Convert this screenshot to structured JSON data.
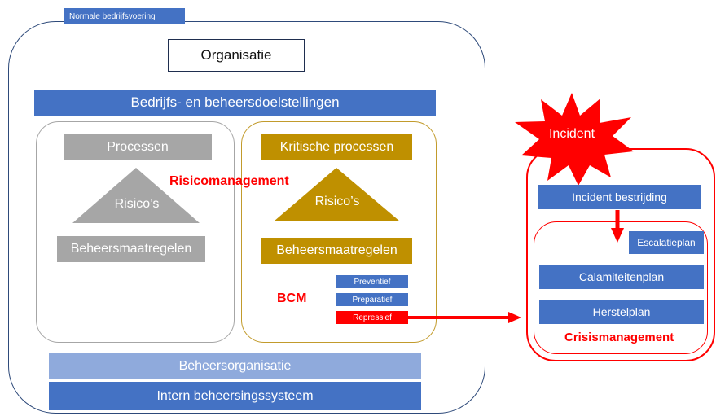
{
  "normal_ops_tag": "Normale bedrijfsvoering",
  "organisation": "Organisatie",
  "objectives": "Bedrijfs- en beheersdoelstellingen",
  "left_panel": {
    "process": "Processen",
    "risks": "Risico’s",
    "controls": "Beheersmaatregelen"
  },
  "right_panel": {
    "process": "Kritische processen",
    "risks": "Risico’s",
    "controls": "Beheersmaatregelen"
  },
  "risk_management": "Risicomanagement",
  "bcm": {
    "label": "BCM",
    "items": [
      "Preventief",
      "Preparatief",
      "Repressief"
    ]
  },
  "control_organisation": "Beheersorganisatie",
  "internal_control_system": "Intern beheersingssysteem",
  "incident": "Incident",
  "crisis": {
    "fighting": "Incident bestrijding",
    "escalation": "Escalatieplan",
    "calamity": "Calamiteitenplan",
    "recovery": "Herstelplan",
    "title": "Crisismanagement"
  },
  "colors": {
    "blue": "#4472c4",
    "light_blue": "#8faadc",
    "grey": "#a6a6a6",
    "gold": "#bf9000",
    "red": "#ff0000"
  }
}
